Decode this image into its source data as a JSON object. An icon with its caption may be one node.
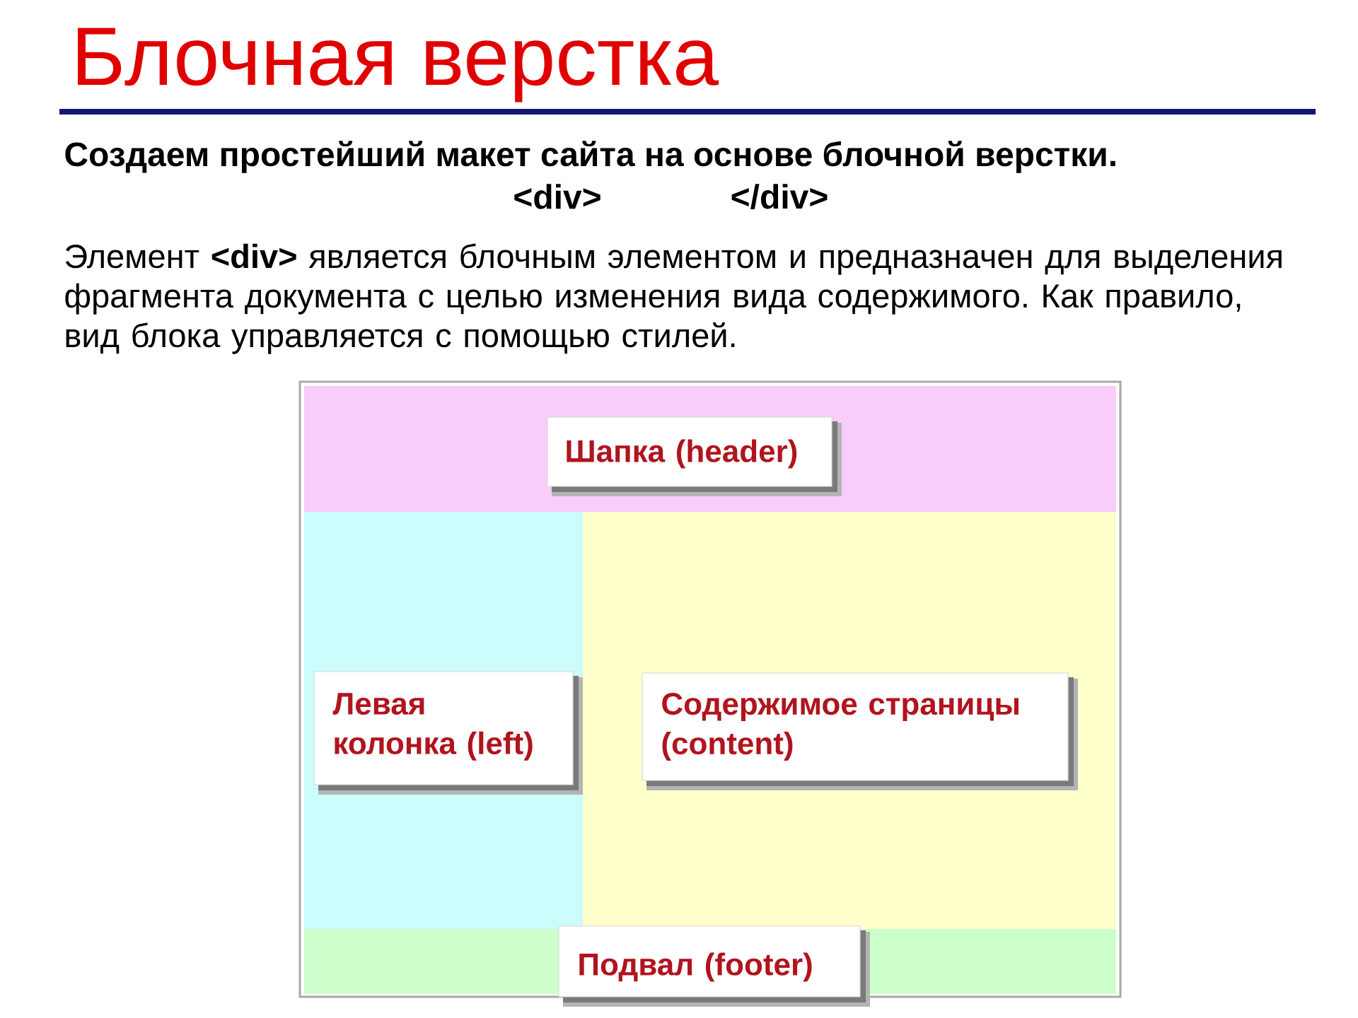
{
  "diagram": {
    "title": "Блочная верстка",
    "nodes": [
      {
        "text": [
          "Шапка (header)"
        ]
      },
      {
        "text": [
          "Левая колонка (left)"
        ]
      },
      {
        "text": [
          "Содержимое страницы (content)"
        ]
      },
      {
        "text": [
          "Подвал (footer)"
        ]
      }
    ],
    "labels": [
      "Создаем простейший макет сайта на основе блочной верстки.",
      "<div>",
      "</div>",
      "Элемент **<div>** является блочным элементом и предназначен для выделения фрагмента документа с целью изменения вида содержимого. Как правило, вид блока управляется с помощью стилей."
    ]
  }
}
